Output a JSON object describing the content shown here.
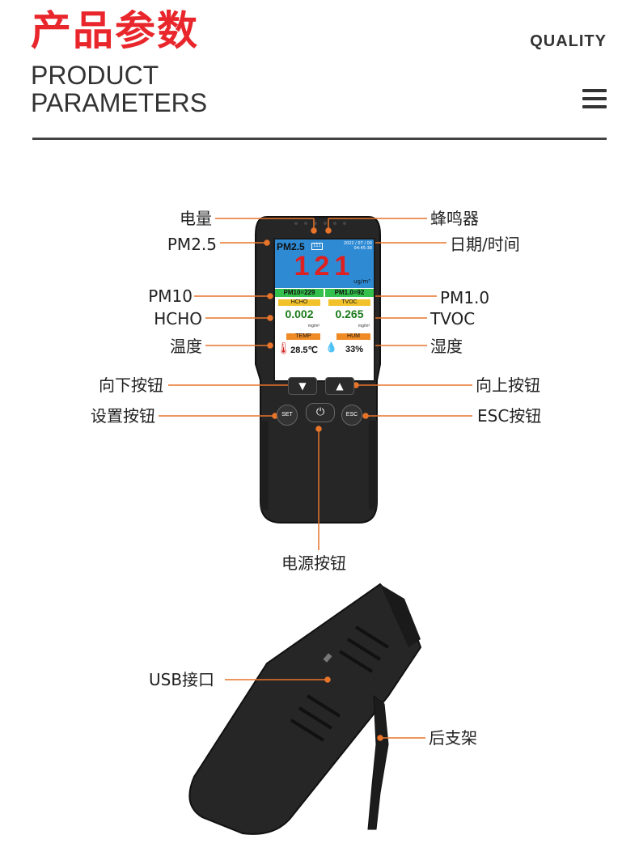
{
  "header": {
    "title_cn": "产品参数",
    "quality": "QUALITY",
    "title_en_line1": "PRODUCT",
    "title_en_line2": "PARAMETERS"
  },
  "labels_left": {
    "battery": "电量",
    "pm25": "PM2.5",
    "pm10": "PM10",
    "hcho": "HCHO",
    "temperature": "温度",
    "down_button": "向下按钮",
    "set_button": "设置按钮"
  },
  "labels_right": {
    "buzzer": "蜂鸣器",
    "datetime": "日期/时间",
    "pm10_right": "PM1.0",
    "tvoc": "TVOC",
    "humidity": "湿度",
    "up_button": "向上按钮",
    "esc_button": "ESC按钮"
  },
  "label_power": "电源按钮",
  "label_usb": "USB接口",
  "label_stand": "后支架",
  "screen": {
    "pm_label": "PM2.5",
    "battery_text": "111",
    "date": "2022 / 07 / 00",
    "time": "04:45:38",
    "big_value": "121",
    "unit": "ug/m³",
    "pm10_cell": "PM10=229",
    "pm1_cell": "PM1.0=92",
    "hcho_head": "HCHO",
    "tvoc_head": "TVOC",
    "hcho_value": "0.002",
    "tvoc_value": "0.265",
    "mgm3": "mg/m³",
    "temp_head": "TEMP",
    "hum_head": "HUM",
    "temp_value": "28.5℃",
    "hum_value": "33%"
  },
  "buttons": {
    "set": "SET",
    "esc": "ESC",
    "down": "▼",
    "up": "▲",
    "power": "⏻"
  },
  "colors": {
    "title_red": "#e8262b",
    "leader_orange": "#e8742a",
    "screen_blue": "#2f8ad4",
    "value_red": "#e02020"
  }
}
